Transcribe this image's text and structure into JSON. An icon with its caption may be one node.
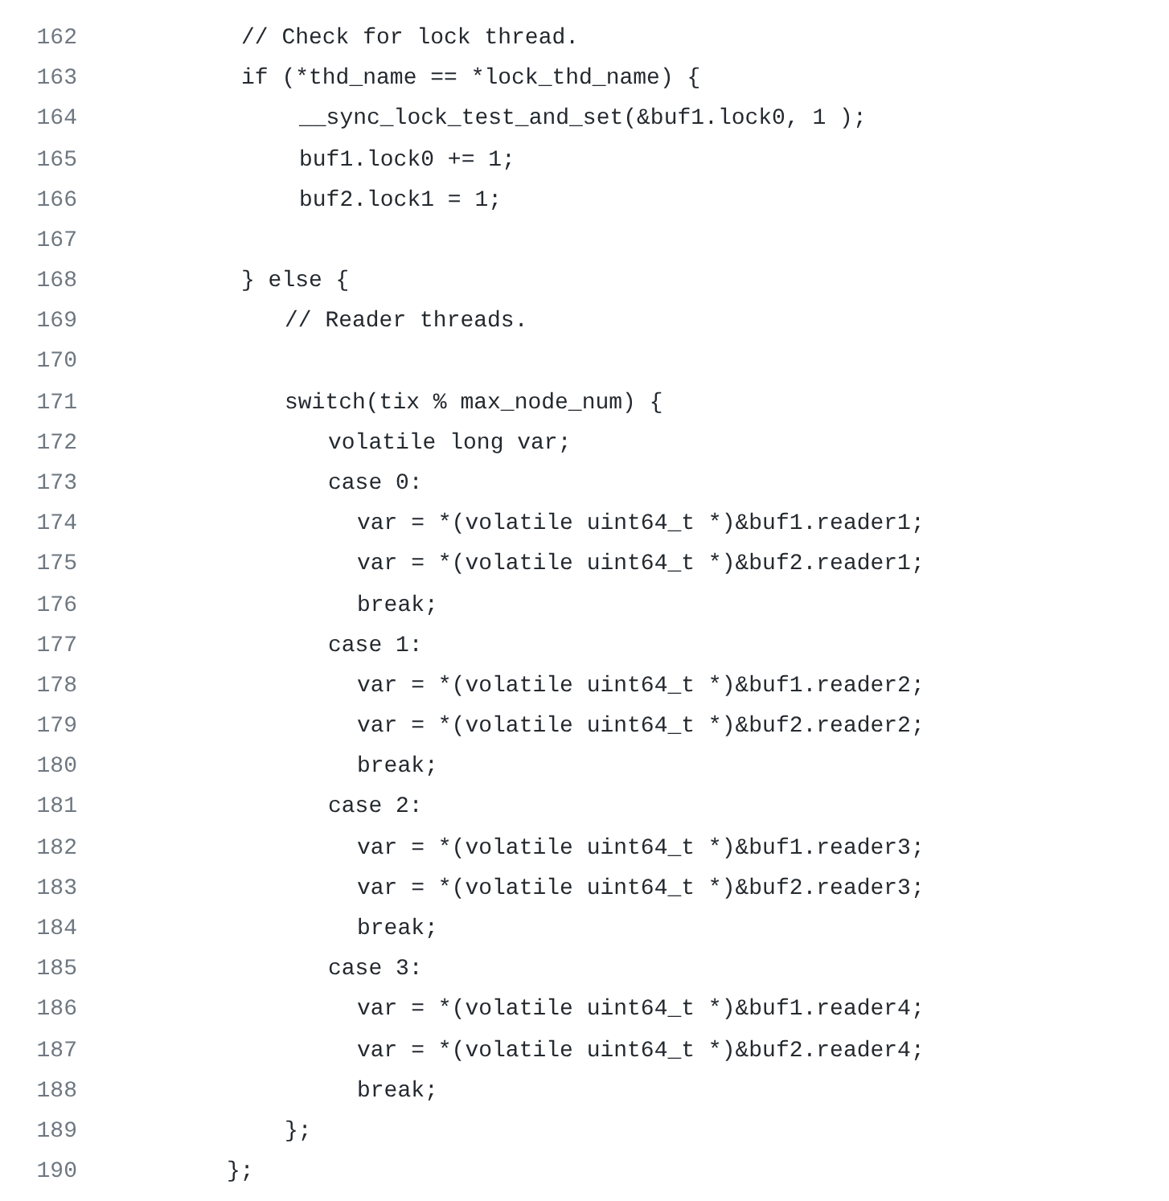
{
  "diagram": {
    "labels": [
      "162",
      "// Check for lock thread.",
      "163",
      "if (*thd_name == *lock_thd_name) {",
      "164",
      "__sync_lock_test_and_set(&buf1.lock0, 1 );",
      "165",
      "buf1.lock0 += 1;",
      "166",
      "buf2.lock1 = 1;",
      "167",
      "168",
      "} else {",
      "169",
      "// Reader threads.",
      "170",
      "171",
      "switch(tix % max_node_num) {",
      "172",
      "volatile long var;",
      "173",
      "case 0:",
      "174",
      "var = *(volatile uint64_t *)&buf1.reader1;",
      "175",
      "var = *(volatile uint64_t *)&buf2.reader1;",
      "176",
      "break;",
      "177",
      "case 1:",
      "178",
      "var = *(volatile uint64_t *)&buf1.reader2;",
      "179",
      "var = *(volatile uint64_t *)&buf2.reader2;",
      "180",
      "break;",
      "181",
      "case 2:",
      "182",
      "var = *(volatile uint64_t *)&buf1.reader3;",
      "183",
      "var = *(volatile uint64_t *)&buf2.reader3;",
      "184",
      "break;",
      "185",
      "case 3:",
      "186",
      "var = *(volatile uint64_t *)&buf1.reader4;",
      "187",
      "var = *(volatile uint64_t *)&buf2.reader4;",
      "188",
      "break;",
      "189",
      "};",
      "190",
      "};"
    ]
  }
}
